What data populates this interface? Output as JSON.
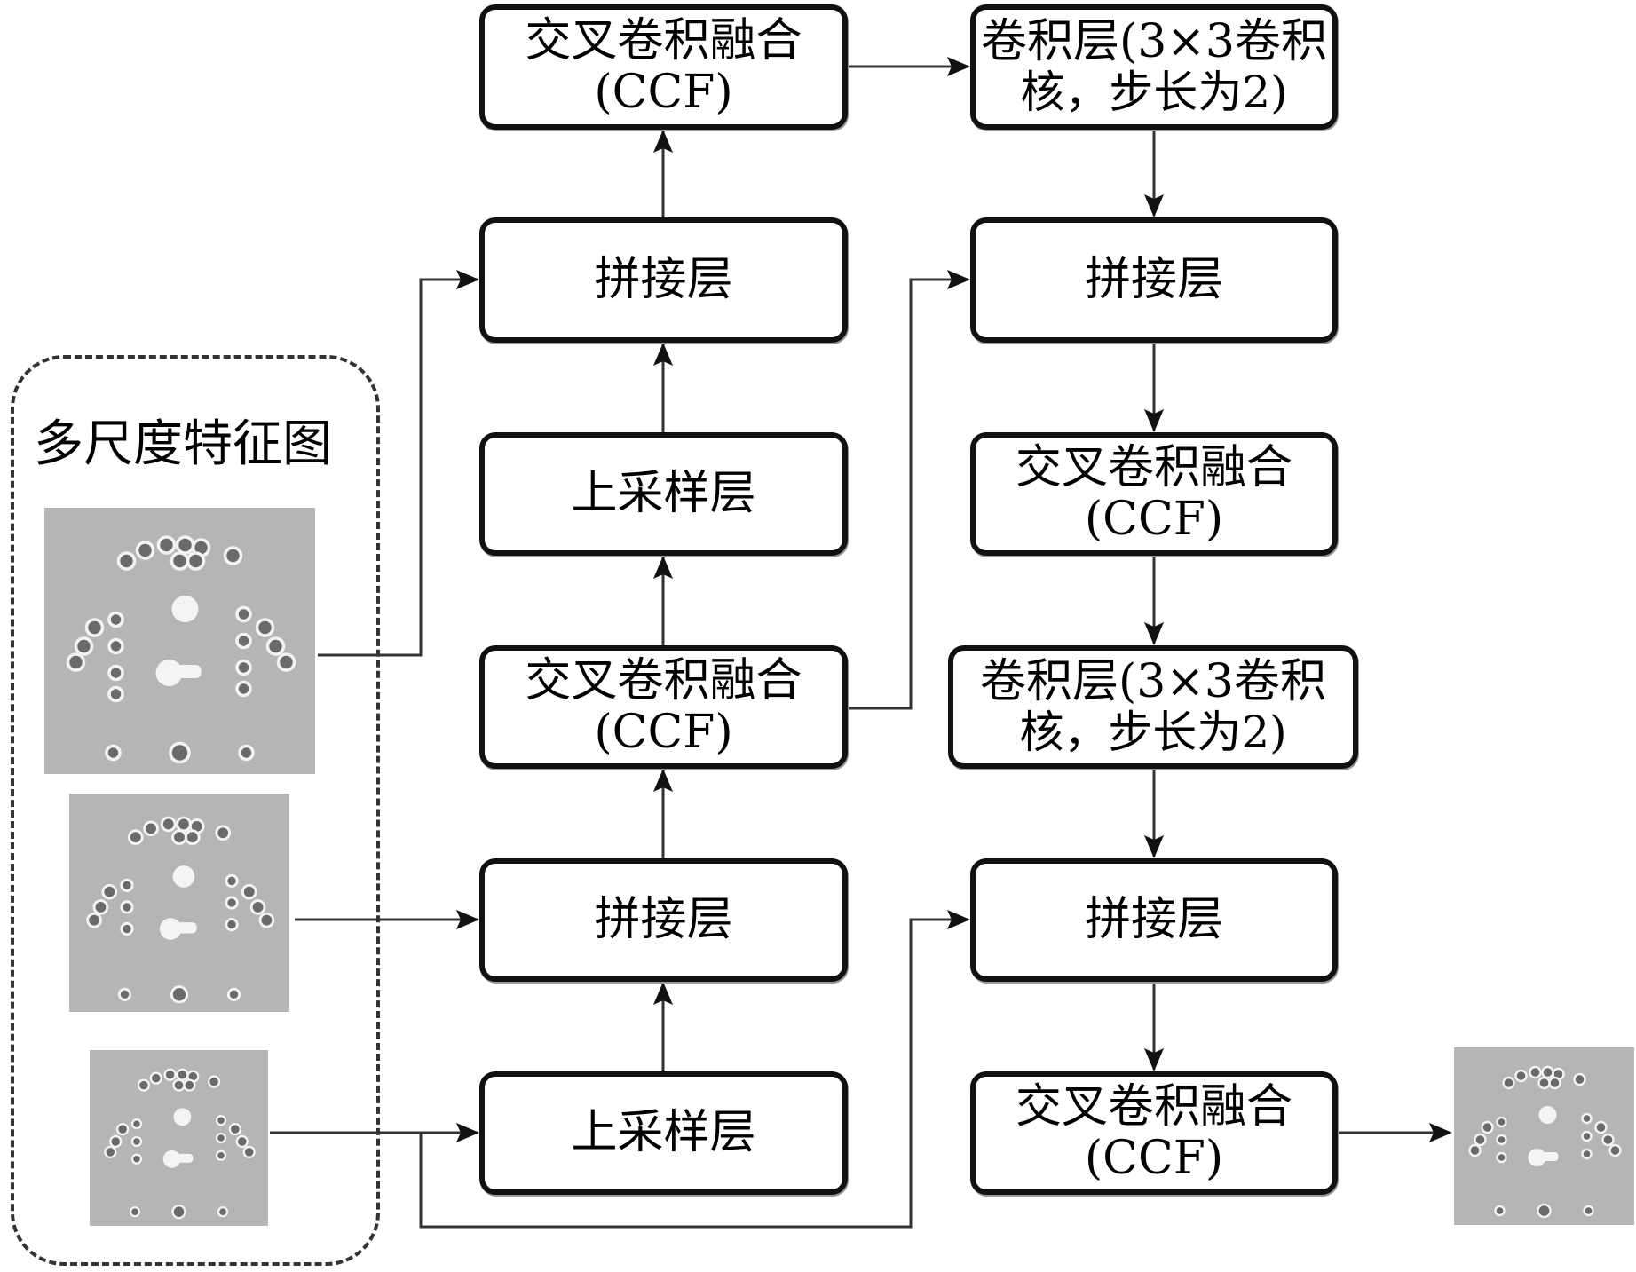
{
  "diagram": {
    "group": {
      "title": "多尺度特征图",
      "maps": [
        "feature-map-large",
        "feature-map-medium",
        "feature-map-small"
      ]
    },
    "middle_column": [
      {
        "id": "m1",
        "line1": "交叉卷积融合",
        "line2": "(CCF)"
      },
      {
        "id": "m2",
        "line1": "拼接层",
        "line2": ""
      },
      {
        "id": "m3",
        "line1": "上采样层",
        "line2": ""
      },
      {
        "id": "m4",
        "line1": "交叉卷积融合",
        "line2": "(CCF)"
      },
      {
        "id": "m5",
        "line1": "拼接层",
        "line2": ""
      },
      {
        "id": "m6",
        "line1": "上采样层",
        "line2": ""
      }
    ],
    "right_column": [
      {
        "id": "r1",
        "line1": "卷积层(3×3卷积",
        "line2": "核，步长为2)"
      },
      {
        "id": "r2",
        "line1": "拼接层",
        "line2": ""
      },
      {
        "id": "r3",
        "line1": "交叉卷积融合",
        "line2": "(CCF)"
      },
      {
        "id": "r4",
        "line1": "卷积层(3×3卷积",
        "line2": "核，步长为2)"
      },
      {
        "id": "r5",
        "line1": "拼接层",
        "line2": ""
      },
      {
        "id": "r6",
        "line1": "交叉卷积融合",
        "line2": "(CCF)"
      }
    ],
    "output": {
      "name": "output-feature-map"
    }
  }
}
